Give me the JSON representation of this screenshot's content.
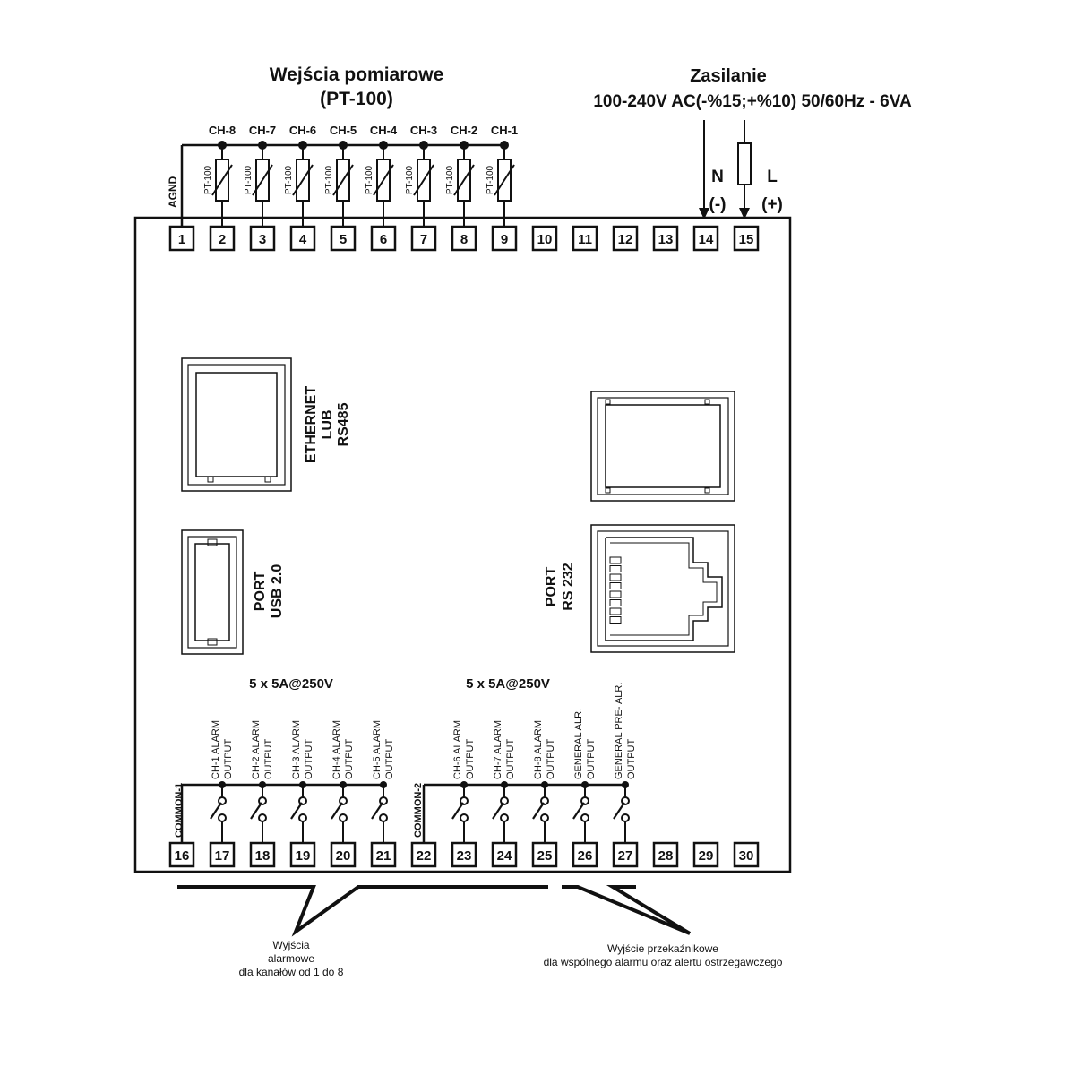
{
  "inputs": {
    "title_line1": "Wejścia pomiarowe",
    "title_line2": "(PT-100)",
    "agnd_label": "AGND",
    "channels": [
      "CH-8",
      "CH-7",
      "CH-6",
      "CH-5",
      "CH-4",
      "CH-3",
      "CH-2",
      "CH-1"
    ],
    "sensor_label": "PT-100"
  },
  "power": {
    "title": "Zasilanie",
    "spec": "100-240V AC(-%15;+%10) 50/60Hz - 6VA",
    "n_label": "N",
    "n_sign": "(-)",
    "l_label": "L",
    "l_sign": "(+)"
  },
  "terminals_top": [
    "1",
    "2",
    "3",
    "4",
    "5",
    "6",
    "7",
    "8",
    "9",
    "10",
    "11",
    "12",
    "13",
    "14",
    "15"
  ],
  "terminals_bottom": [
    "16",
    "17",
    "18",
    "19",
    "20",
    "21",
    "22",
    "23",
    "24",
    "25",
    "26",
    "27",
    "28",
    "29",
    "30"
  ],
  "ports": {
    "ethernet": [
      "ETHERNET",
      "LUB",
      "RS485"
    ],
    "usb": [
      "PORT",
      "USB 2.0"
    ],
    "rs232": [
      "PORT",
      "RS 232"
    ]
  },
  "relays": {
    "rating_left": "5 x 5A@250V",
    "rating_right": "5 x 5A@250V",
    "common1": "COMMON-1",
    "common2": "COMMON-2",
    "outputs": [
      [
        "CH-1 ALARM",
        "OUTPUT"
      ],
      [
        "CH-2 ALARM",
        "OUTPUT"
      ],
      [
        "CH-3 ALARM",
        "OUTPUT"
      ],
      [
        "CH-4 ALARM",
        "OUTPUT"
      ],
      [
        "CH-5 ALARM",
        "OUTPUT"
      ],
      [
        "CH-6 ALARM",
        "OUTPUT"
      ],
      [
        "CH-7 ALARM",
        "OUTPUT"
      ],
      [
        "CH-8 ALARM",
        "OUTPUT"
      ],
      [
        "GENERAL ALR.",
        "OUTPUT"
      ],
      [
        "GENERAL PRE- ALR.",
        "OUTPUT"
      ]
    ]
  },
  "callouts": {
    "left": [
      "Wyjścia",
      "alarmowe",
      "dla kanałów od 1 do 8"
    ],
    "right": [
      "Wyjście przekaźnikowe",
      "dla wspólnego alarmu oraz alertu ostrzegawczego"
    ]
  }
}
